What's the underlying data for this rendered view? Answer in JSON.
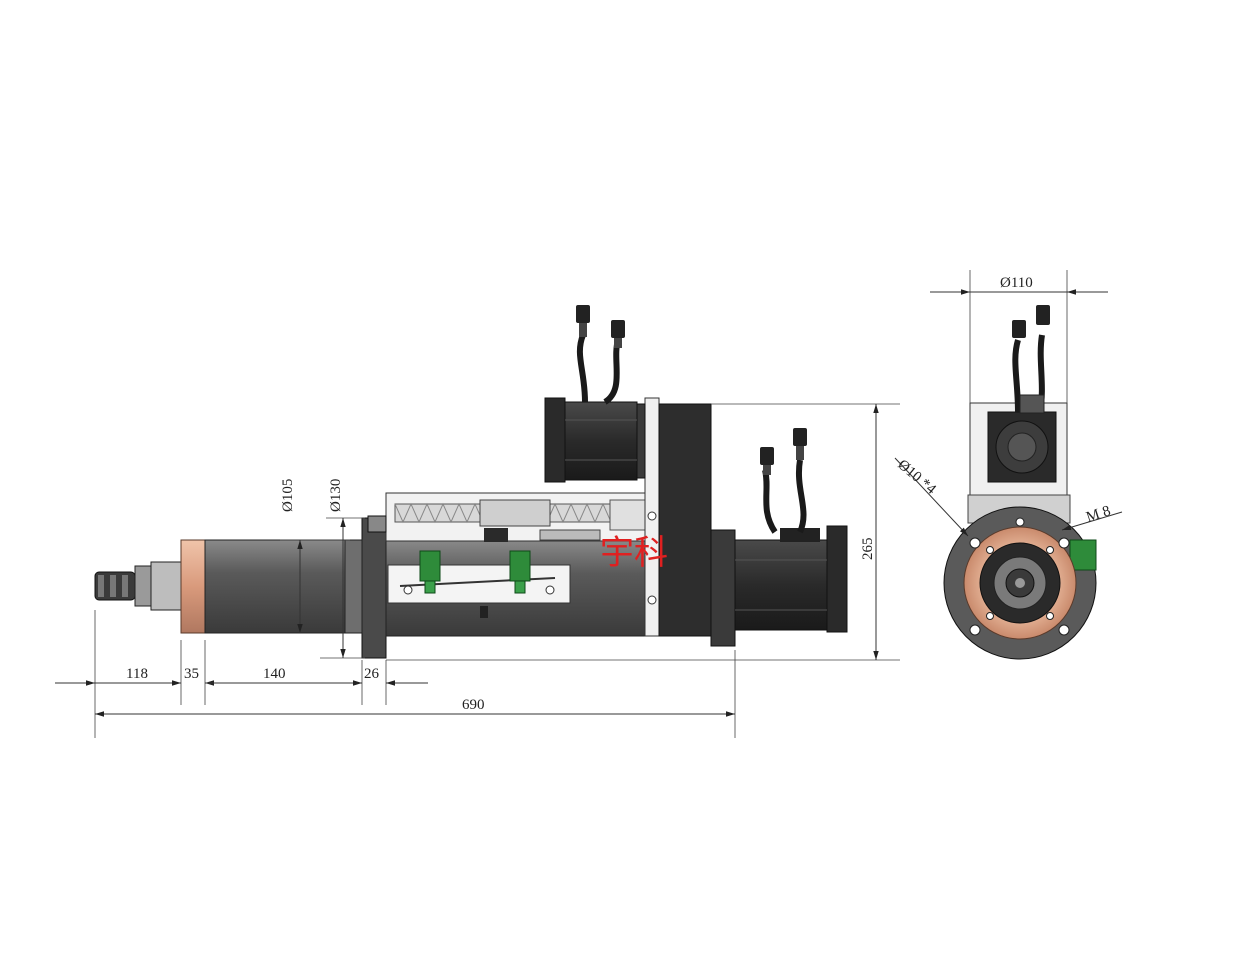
{
  "watermark": "宇科",
  "dimensions": {
    "side_view": {
      "len_118": "118",
      "len_35": "35",
      "len_140": "140",
      "len_26": "26",
      "total_690": "690",
      "dia_105": "Ø105",
      "dia_130": "Ø130",
      "height_265": "265"
    },
    "end_view": {
      "dia_110": "Ø110",
      "holes": "Ø10 *4",
      "thread": "M 8"
    }
  },
  "colors": {
    "body_dark": "#4a4a4a",
    "body_mid": "#6b6b6b",
    "copper": "#d9a58a",
    "green_sensor": "#2e8b3a",
    "watermark": "#e02020"
  }
}
